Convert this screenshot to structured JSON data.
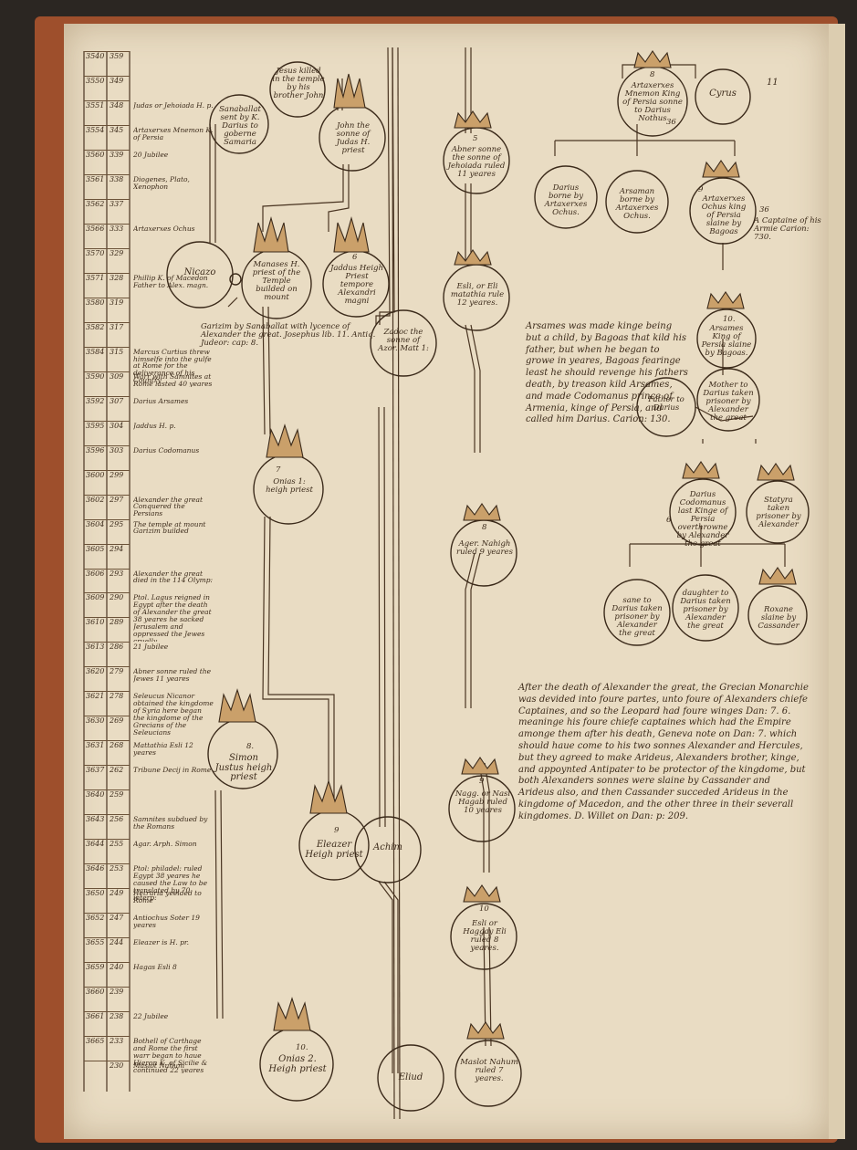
{
  "folio": "11",
  "timeline": [
    {
      "a": "3540",
      "b": "359",
      "text": ""
    },
    {
      "a": "3550",
      "b": "349",
      "text": ""
    },
    {
      "a": "3551",
      "b": "348",
      "text": "Judas or Jehoiada H. p."
    },
    {
      "a": "3554",
      "b": "345",
      "text": "Artaxerxes Mnemon K. of Persia"
    },
    {
      "a": "3560",
      "b": "339",
      "text": "20 Jubilee"
    },
    {
      "a": "3561",
      "b": "338",
      "text": "Diogenes, Plato, Xenophon"
    },
    {
      "a": "3562",
      "b": "337",
      "text": ""
    },
    {
      "a": "3566",
      "b": "333",
      "text": "Artaxerxes Ochus"
    },
    {
      "a": "3570",
      "b": "329",
      "text": ""
    },
    {
      "a": "3571",
      "b": "328",
      "text": "Phillip K. of Macedon Father to Alex. magn."
    },
    {
      "a": "3580",
      "b": "319",
      "text": ""
    },
    {
      "a": "3582",
      "b": "317",
      "text": ""
    },
    {
      "a": "3584",
      "b": "315",
      "text": "Marcus Curtius threw himselfe into the gulfe at Rome for the deliverance of his Country"
    },
    {
      "a": "3590",
      "b": "309",
      "text": "Warr with Samnites at Rome lasted 40 yeares"
    },
    {
      "a": "3592",
      "b": "307",
      "text": "Darius Arsames"
    },
    {
      "a": "3595",
      "b": "304",
      "text": "Jaddus H. p."
    },
    {
      "a": "3596",
      "b": "303",
      "text": "Darius Codomanus"
    },
    {
      "a": "3600",
      "b": "299",
      "text": ""
    },
    {
      "a": "3602",
      "b": "297",
      "text": "Alexander the great Conquered the Persians"
    },
    {
      "a": "3604",
      "b": "295",
      "text": "The temple at mount Garizim builded"
    },
    {
      "a": "3605",
      "b": "294",
      "text": ""
    },
    {
      "a": "3606",
      "b": "293",
      "text": "Alexander the great died in the 114 Olymp:"
    },
    {
      "a": "3609",
      "b": "290",
      "text": "Ptol. Lagus reigned in Egypt after the death of Alexander the great 38 yeares he sacked Jerusalem and oppressed the Jewes cruelly"
    },
    {
      "a": "3610",
      "b": "289",
      "text": ""
    },
    {
      "a": "3613",
      "b": "286",
      "text": "21 Jubilee"
    },
    {
      "a": "3620",
      "b": "279",
      "text": "Abner sonne ruled the Jewes 11 yeares"
    },
    {
      "a": "3621",
      "b": "278",
      "text": "Seleucus Nicanor obtained the kingdome of Syria here began the kingdome of the Grecians of the Seleucians"
    },
    {
      "a": "3630",
      "b": "269",
      "text": ""
    },
    {
      "a": "3631",
      "b": "268",
      "text": "Mattathia Esli 12 yeares"
    },
    {
      "a": "3637",
      "b": "262",
      "text": "Tribune Decij in Rome"
    },
    {
      "a": "3640",
      "b": "259",
      "text": ""
    },
    {
      "a": "3643",
      "b": "256",
      "text": "Samnites subdued by the Romans"
    },
    {
      "a": "3644",
      "b": "255",
      "text": "Agar. Arph. Simon"
    },
    {
      "a": "3646",
      "b": "253",
      "text": "Ptol: philadel: ruled Egypt 38 yeares he caused the Law to be translated by 70 interp:"
    },
    {
      "a": "3650",
      "b": "249",
      "text": "Hetruria yeelded to Rome"
    },
    {
      "a": "3652",
      "b": "247",
      "text": "Antiochus Soter 19 yeares"
    },
    {
      "a": "3655",
      "b": "244",
      "text": "Eleazer is H. pr."
    },
    {
      "a": "3659",
      "b": "240",
      "text": "Hagas Esli 8"
    },
    {
      "a": "3660",
      "b": "239",
      "text": ""
    },
    {
      "a": "3661",
      "b": "238",
      "text": "22 Jubilee"
    },
    {
      "a": "3665",
      "b": "233",
      "text": "Bothell of Carthage and Rome the first warr began to haue Hieron K. of Sicilie & continued 22 yeares"
    },
    {
      "a": "",
      "b": "230",
      "text": "Maslot Nahum"
    }
  ],
  "priests": {
    "jesus": "Jesus killed in the temple by his brother John ",
    "sanaballat": "Sanaballat sent by K. Darius to goberne Samaria",
    "john": "John the sonne of Judas H. priest",
    "nicazo": "Nicazo",
    "manases": "Manases H. priest of the Temple builded on mount",
    "num6": "6",
    "jaddus": "Jaddus Heigh Priest tempore Alexandri magni",
    "garizim": "Garizim by Sanaballat with lycence of Alexander the great. Josephus lib. 11. Antiq. Judeor: cap: 8.",
    "num7": "7",
    "onias1": "Onias 1: heigh priest",
    "num8": "8.",
    "simon": "Simon Justus heigh priest",
    "num9": "9",
    "eleazer": "Eleazer Heigh priest",
    "num10": "10.",
    "onias2": "Onias 2. Heigh priest"
  },
  "middle": {
    "zadok": "Zadoc the sonne of Azor. Matt 1:",
    "achim": "Achim",
    "eliud": "Eliud"
  },
  "rulers": {
    "num5": "5",
    "abner": "Abner sonne the sonne of Jehoiada ruled 11 yeares",
    "esli1": "Esli, or Eli matathia rule 12 yeares.",
    "num8": "8",
    "ager": "Ager. Nahigh ruled 9 yeares",
    "num9": "9",
    "nagg": "Nagg. or Nasi Hagab ruled 10 yeares",
    "num10": "10",
    "esli2": "Esli or Haggay Eli ruled 8 yeares.",
    "maslot": "Maslot Nahum ruled 7 yeares."
  },
  "persia": {
    "num8": "8",
    "artaxerxes_m": "Artaxerxes Mnemon King of Persia sonne to Darius Nothus",
    "num36a": "36",
    "cyrus": "Cyrus",
    "darius_son": "Darius borne by Artaxerxes Ochus.",
    "arsaman": "Arsaman borne by Artaxerxes Ochus.",
    "num9": "9",
    "artaxerxes_o": "Artaxerxes Ochus king of Persia slaine by Bagoas",
    "num36b": "36",
    "captain": "A Captaine of his Armie Carion: 730.",
    "num10": "10.",
    "arsames": "Arsames King of Persia slaine by Bagoas.",
    "para1": "Arsames was made kinge being but a child, by Bagoas that kild his father, but when he began to growe in yeares, Bagoas fearinge least he should revenge his fathers death, by treason kild Arsames, and made Codomanus prince of Armenia, kinge of Persia, and called him Darius. Carion: 130.",
    "father": "Father to Darius",
    "mother": "Mother to Darius taken prisoner by Alexander the great",
    "darius_c": "Darius Codomanus last Kinge of Persia overthrowne by Alexander the great",
    "num6": "6",
    "statyra": "Statyra taken prisoner by Alexander",
    "sane": "sane to Darius taken prisoner by Alexander the great",
    "daughter": "daughter to Darius taken prisoner by Alexander the great",
    "roxane": "Roxane slaine by Cassander",
    "para2": "After the death of Alexander the great, the Grecian Monarchie was devided into foure partes, unto foure of Alexanders chiefe Captaines, and so the Leopard had foure winges Dan: 7. 6. meaninge his foure chiefe captaines which had the Empire amonge them after his death, Geneva note on Dan: 7. which should haue come to his two sonnes Alexander and Hercules, but they agreed to make Arideus, Alexanders brother, kinge, and appoynted Antipater to be protector of the kingdome, but both Alexanders sonnes were slaine by Cassander and Arideus also, and then Cassander succeded Arideus in the kingdome of Macedon, and the other three in their severall kingdomes. D. Willet on Dan: p: 209."
  },
  "colors": {
    "ink": "#3b2a1a",
    "paper": "#e9dcc3",
    "binding": "#9e4f2c"
  }
}
